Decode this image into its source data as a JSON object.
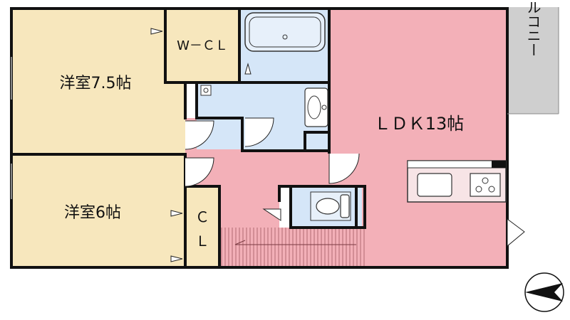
{
  "rooms": {
    "western_room_1": "洋室7.5帖",
    "western_room_2": "洋室6帖",
    "walk_in_closet": "W－ＣＬ",
    "closet_top": "Ｃ",
    "closet_bottom": "Ｌ",
    "ldk": "ＬＤＫ13帖",
    "balcony": "バルコニー"
  },
  "colors": {
    "western_room": "#f7e7bd",
    "wet_area": "#d5e6f8",
    "ldk_hall": "#f3b0b8",
    "balcony": "#cfcfcf",
    "wall": "#111111",
    "entrance_hatch": "#c47e86"
  },
  "icons": {
    "bathtub": "bathtub-icon",
    "toilet": "toilet-icon",
    "washbasin": "washbasin-icon",
    "kitchen_sink": "kitchen-sink-icon",
    "stove": "stove-icon",
    "compass": "north-arrow-icon"
  }
}
